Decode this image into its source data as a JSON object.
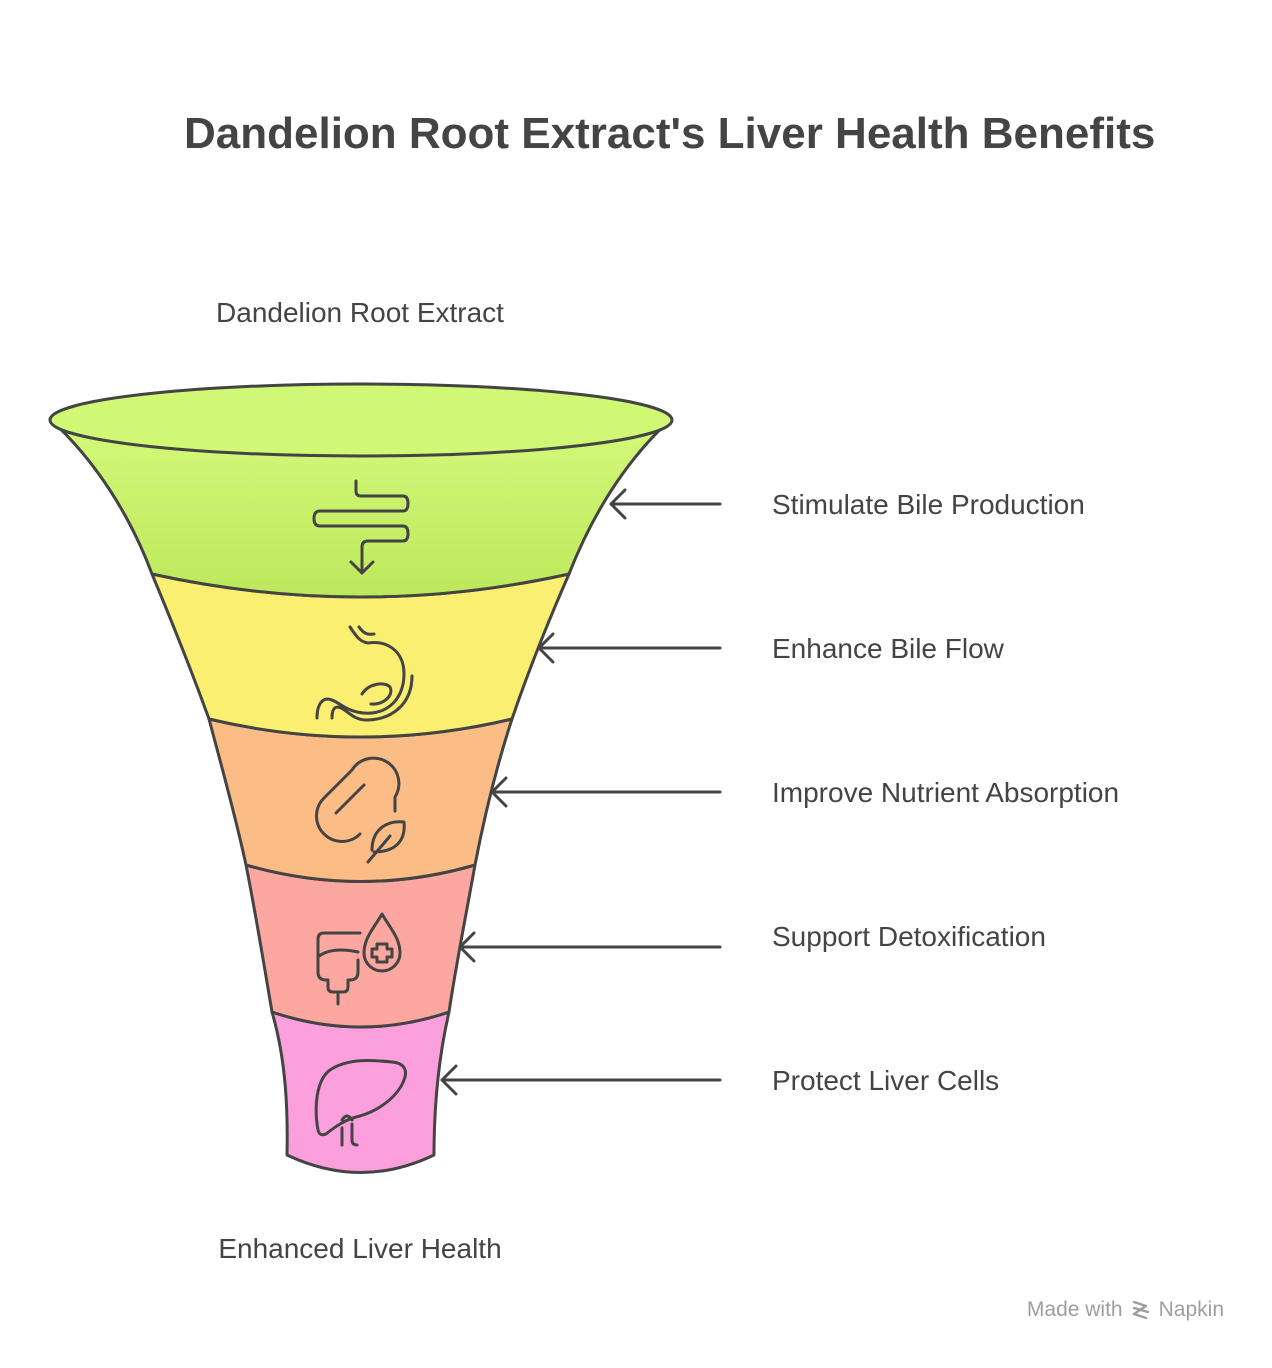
{
  "title": "Dandelion Root Extract's Liver Health Benefits",
  "funnel": {
    "top_label": "Dandelion Root Extract",
    "bottom_label": "Enhanced Liver Health",
    "stages": [
      {
        "label": "Stimulate Bile Production",
        "icon": "intestine-icon",
        "color": "#c6f26b"
      },
      {
        "label": "Enhance Bile Flow",
        "icon": "stomach-icon",
        "color": "#fbef72"
      },
      {
        "label": "Improve Nutrient Absorption",
        "icon": "capsule-leaf-icon",
        "color": "#fbbd85"
      },
      {
        "label": "Support Detoxification",
        "icon": "kidney-drop-icon",
        "color": "#fca79f"
      },
      {
        "label": "Protect Liver Cells",
        "icon": "liver-icon",
        "color": "#fba0dc"
      }
    ]
  },
  "footer": {
    "made_with": "Made with",
    "brand": "Napkin"
  }
}
